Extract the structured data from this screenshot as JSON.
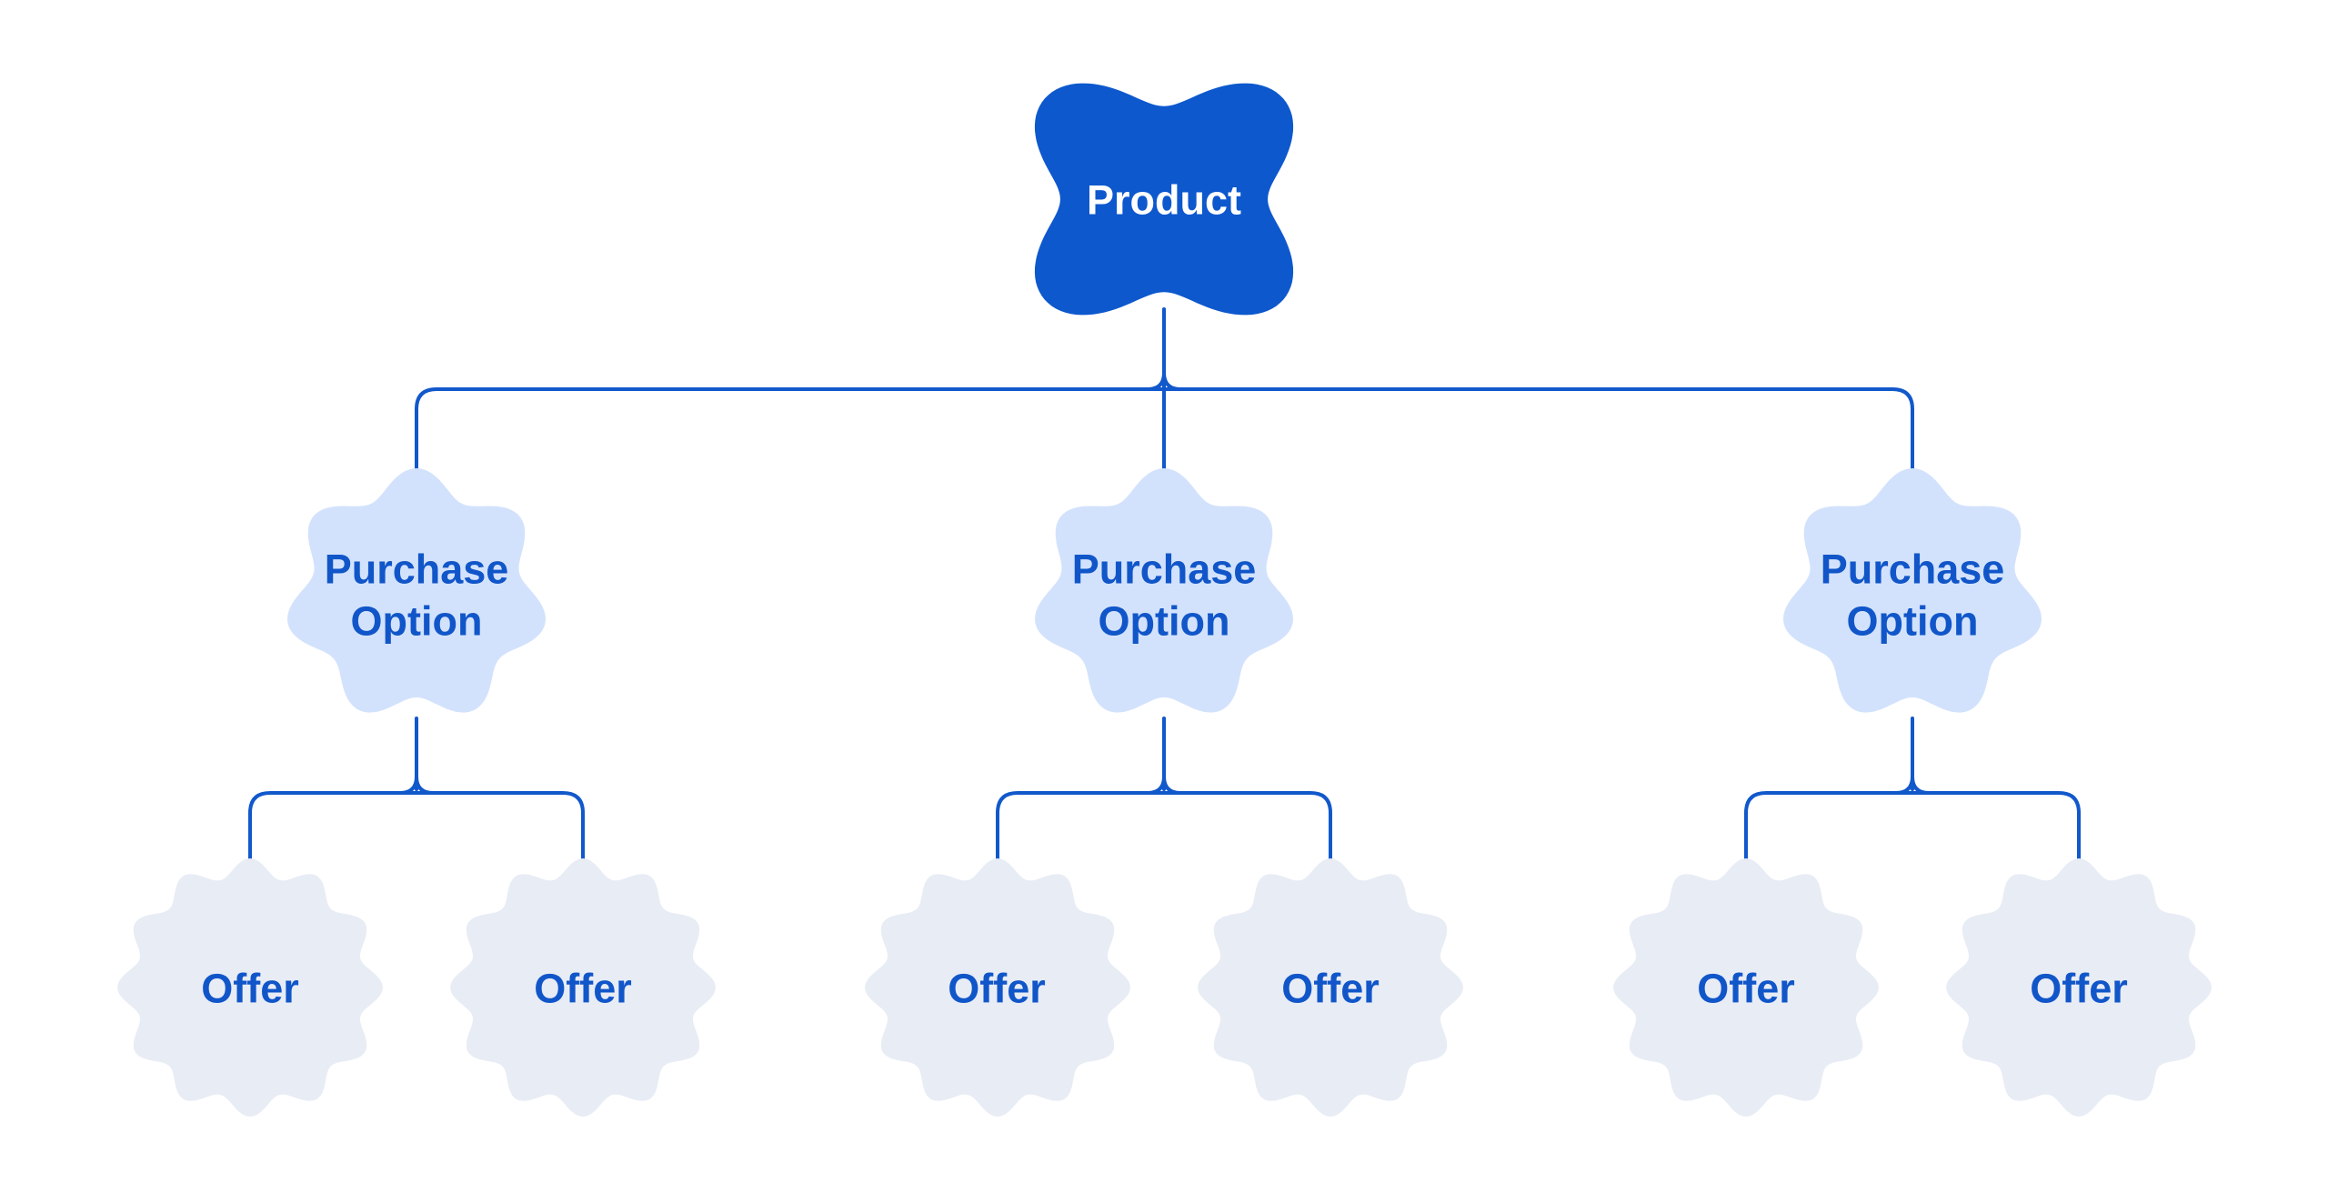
{
  "colors": {
    "background": "#ffffff",
    "product_fill": "#0d58cd",
    "product_text": "#ffffff",
    "purchase_fill": "#d3e2fc",
    "offer_fill": "#e8ecf5",
    "node_text": "#1156c9",
    "connector": "#1158cb"
  },
  "tree": {
    "root": {
      "label": "Product"
    },
    "purchase_options": [
      {
        "label": "Purchase Option",
        "offers": [
          {
            "label": "Offer"
          },
          {
            "label": "Offer"
          }
        ]
      },
      {
        "label": "Purchase Option",
        "offers": [
          {
            "label": "Offer"
          },
          {
            "label": "Offer"
          }
        ]
      },
      {
        "label": "Purchase Option",
        "offers": [
          {
            "label": "Offer"
          },
          {
            "label": "Offer"
          }
        ]
      }
    ]
  }
}
